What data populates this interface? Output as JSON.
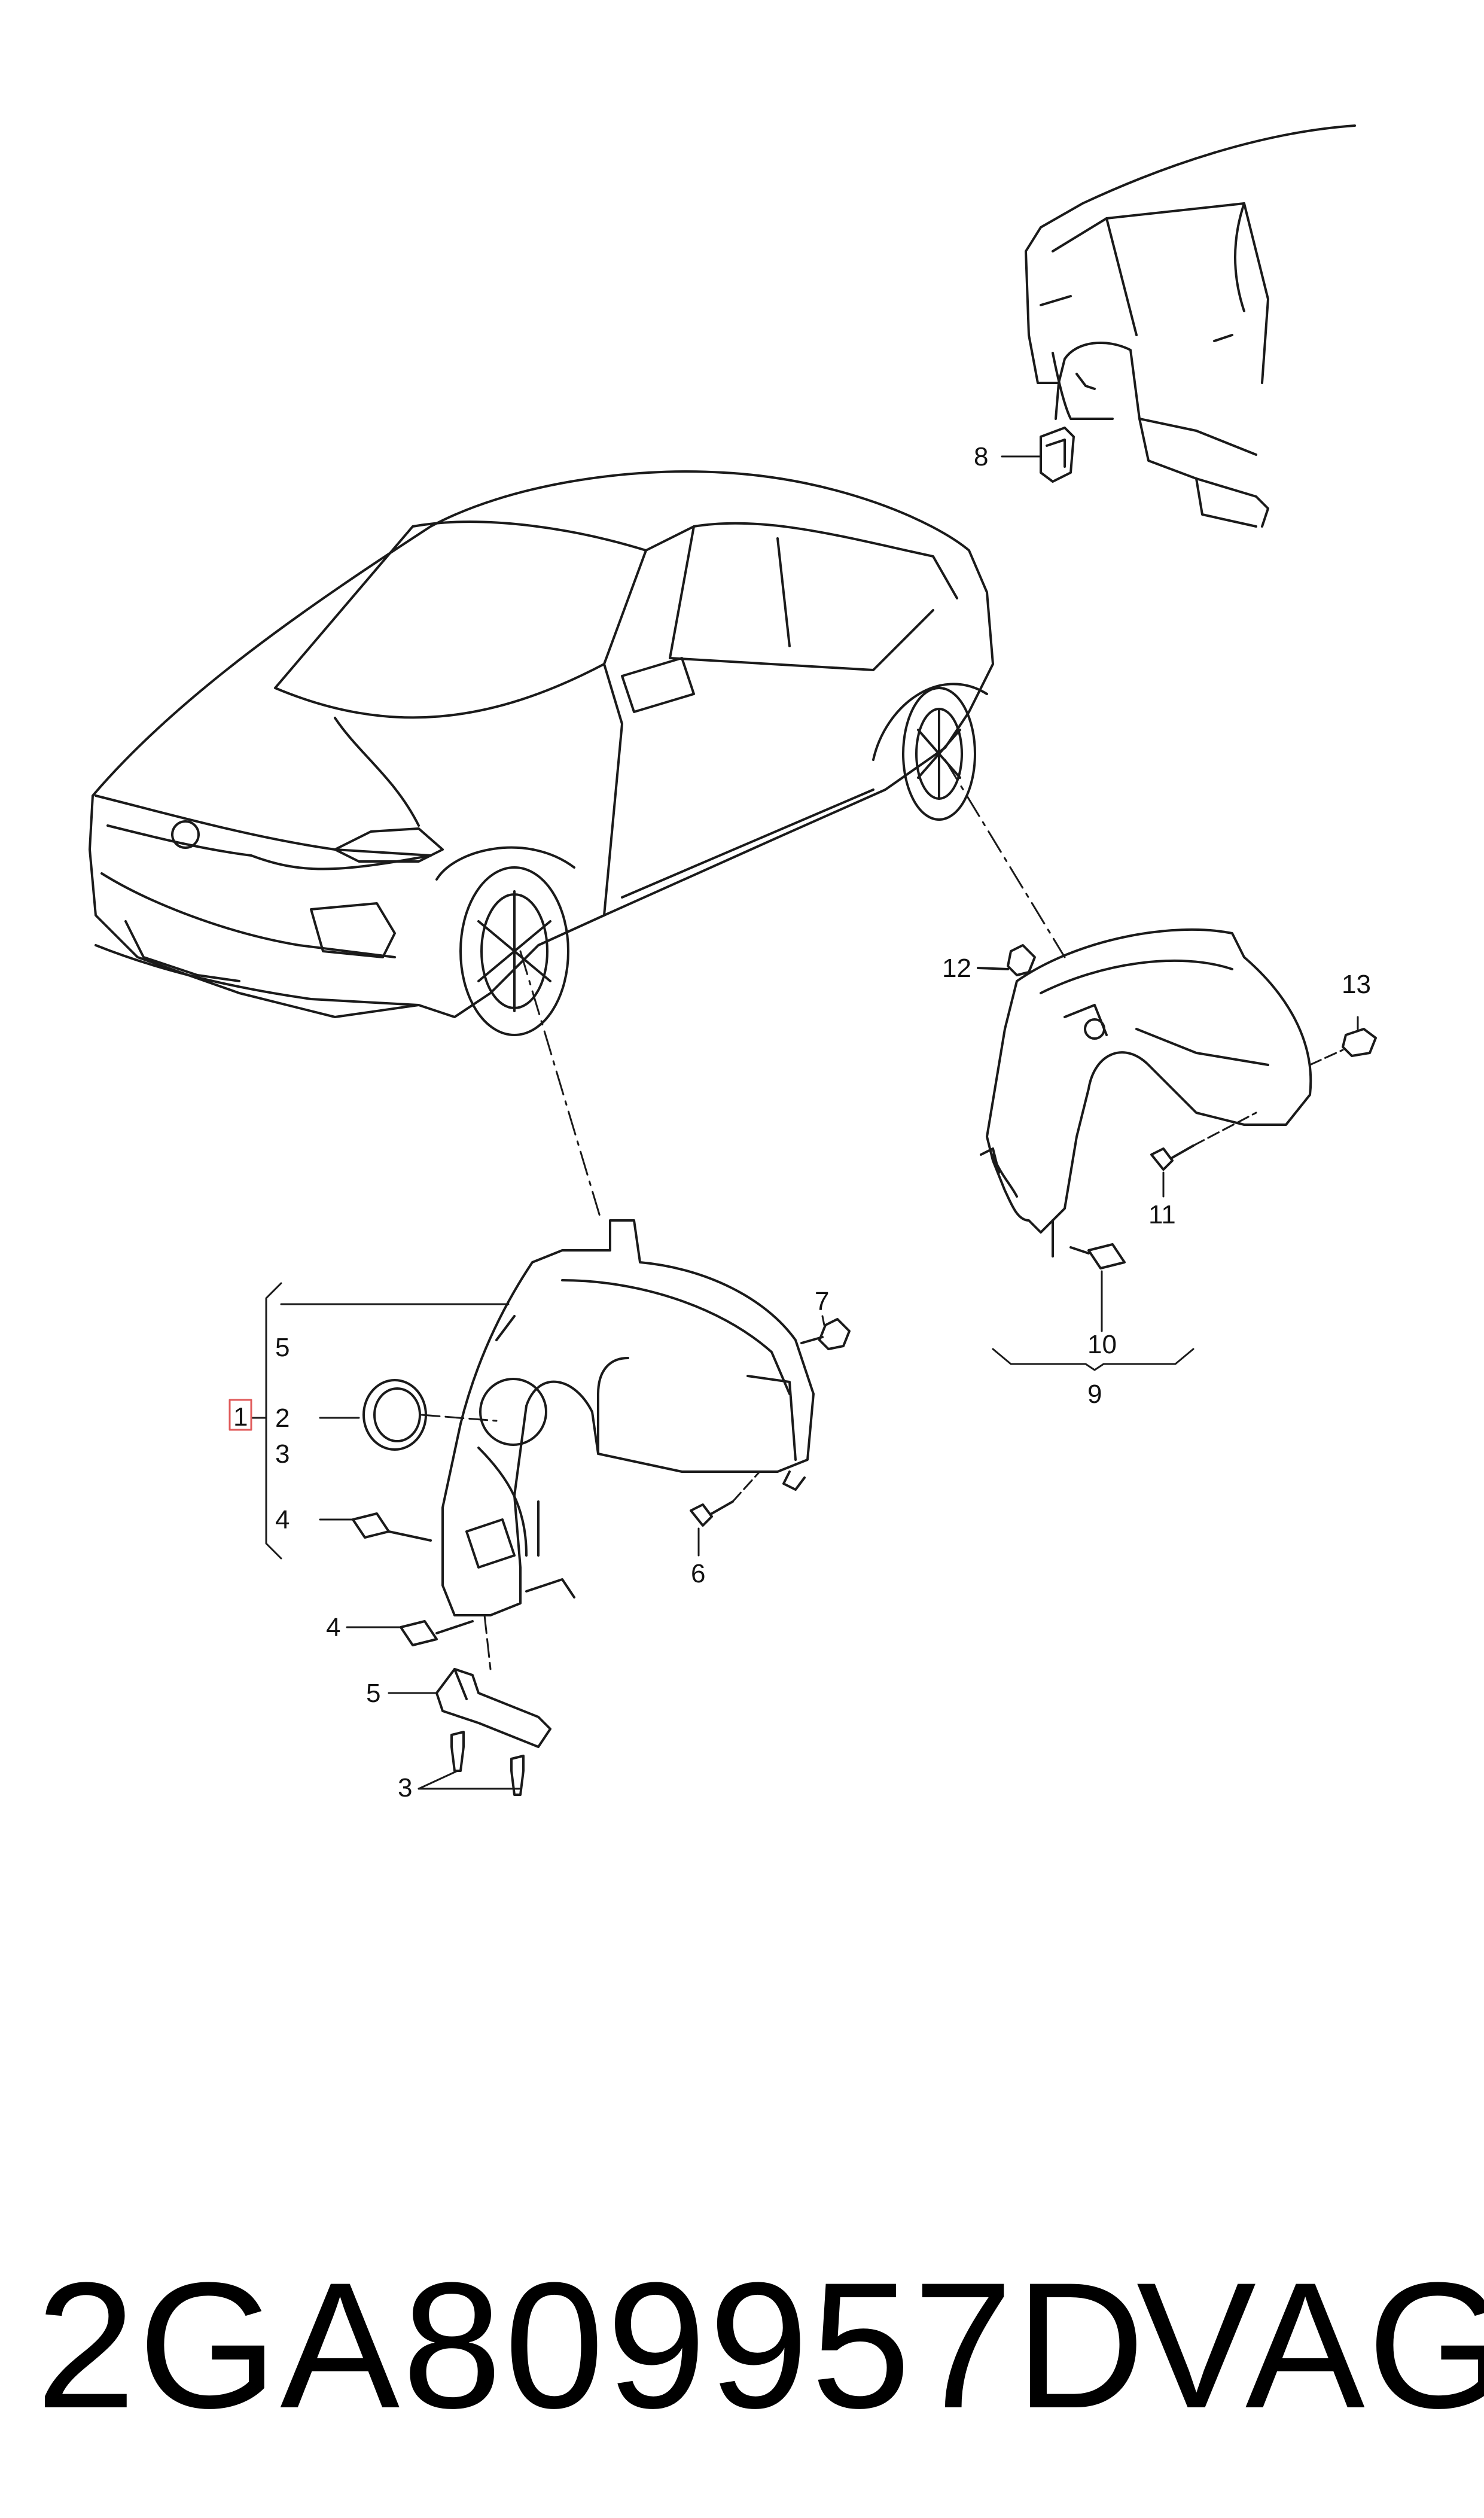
{
  "callouts": {
    "c1": "1",
    "c2": "2",
    "c3a": "3",
    "c3b": "3",
    "c4a": "4",
    "c4b": "4",
    "c5a": "5",
    "c5b": "5",
    "c6": "6",
    "c7": "7",
    "c8": "8",
    "c9": "9",
    "c10": "10",
    "c11": "11",
    "c12": "12",
    "c13": "13"
  },
  "footer": {
    "part_number": "2GA809957D",
    "brand": "VAG"
  },
  "colors": {
    "line": "#1a1a1a",
    "highlight_box": "#e05a5a",
    "background": "#ffffff"
  }
}
